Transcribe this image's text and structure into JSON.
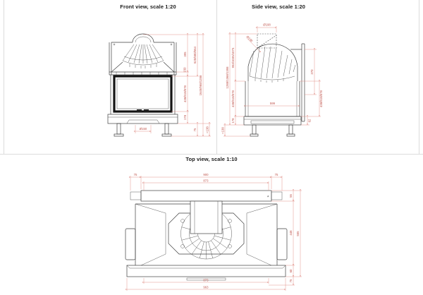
{
  "front_view": {
    "title": "Front view, scale 1:20",
    "dims": {
      "dome_height": "395",
      "hood_band": "150",
      "glass_height": "438/518/578",
      "upper_height": "620/680/564",
      "overall_height": "1645/968/1288",
      "base_height": "178",
      "leg_height": "75",
      "leg_adjust": "≈138",
      "outlet_diameter": "Ø150"
    }
  },
  "side_view": {
    "title": "Side view, scale 1:20",
    "dims": {
      "flue_diameter_top": "Ø198",
      "flue_diameter_slant": "Ø198",
      "rear_shield_height": "370",
      "body_depth": "599",
      "height_to_flue": "953/1035/1075",
      "glass_height_left": "438/518/578",
      "glass_height_right": "438/518/578",
      "overall_height": "1288/1368/1398",
      "base_height": "178",
      "leg_adjust": "≈138",
      "base_offset": "62"
    }
  },
  "top_view": {
    "title": "Top view, scale 1:10",
    "dims": {
      "rear_margin_left": "75",
      "rear_width": "900",
      "rear_margin_right": "75",
      "rear_inner_width": "873",
      "rear_panel_depth": "55",
      "body_depth": "448",
      "front_step": "60",
      "front_margin": "75",
      "total_depth": "555",
      "front_inner_width": "873",
      "total_width": "963",
      "note_marker": "*"
    }
  }
}
